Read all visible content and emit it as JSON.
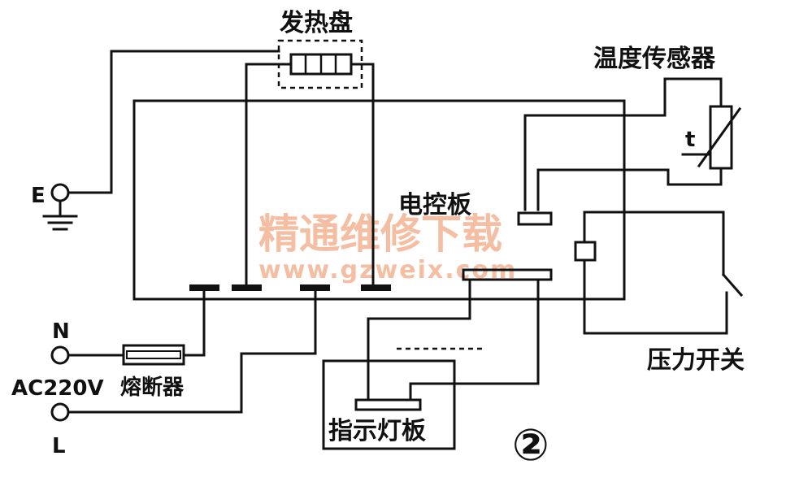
{
  "labels": {
    "heating_plate": "发热盘",
    "temperature_sensor": "温度传感器",
    "thermistor_symbol": "t",
    "control_board": "电控板",
    "pressure_switch": "压力开关",
    "indicator_board": "指示灯板",
    "fuse": "熔断器",
    "ground": "E",
    "neutral": "N",
    "live": "L",
    "supply": "AC220V",
    "figure_number": "②"
  },
  "watermark": {
    "text": "精通维修下载",
    "url": "www.gzweix.com",
    "color": "#f2a882"
  },
  "colors": {
    "line": "#111111",
    "background": "#ffffff"
  }
}
